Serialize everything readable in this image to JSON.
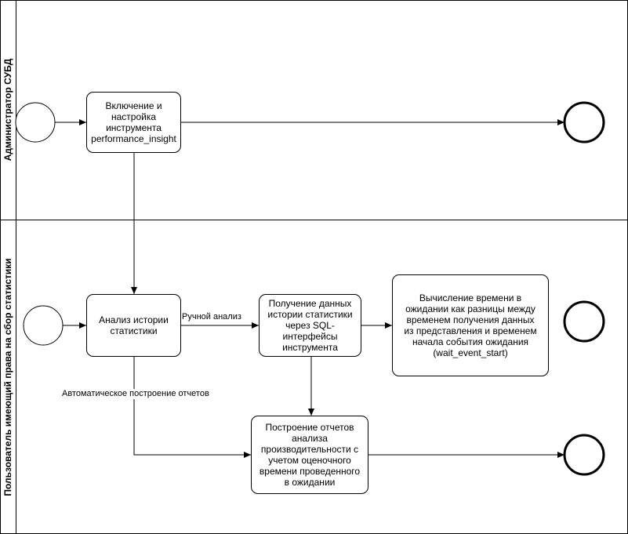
{
  "lanes": [
    {
      "label": "Администратор СУБД"
    },
    {
      "label": "Пользователь имеющий права на сбор статистики"
    }
  ],
  "tasks": {
    "setup": "Включение и настройка инструмента performance_insight",
    "analysis": "Анализ истории статистики",
    "fetch": "Получение данных истории статистики через SQL-интерфейсы инструмента",
    "compute": "Вычисление времени в ожидании как разницы между временем получения данных из представления и временем начала события ожидания (wait_event_start)",
    "reports": "Построение отчетов анализа производительности с учетом оценочного времени проведенного в ожидании"
  },
  "edge_labels": {
    "manual": "Ручной анализ",
    "auto": "Автоматическое построение отчетов"
  }
}
